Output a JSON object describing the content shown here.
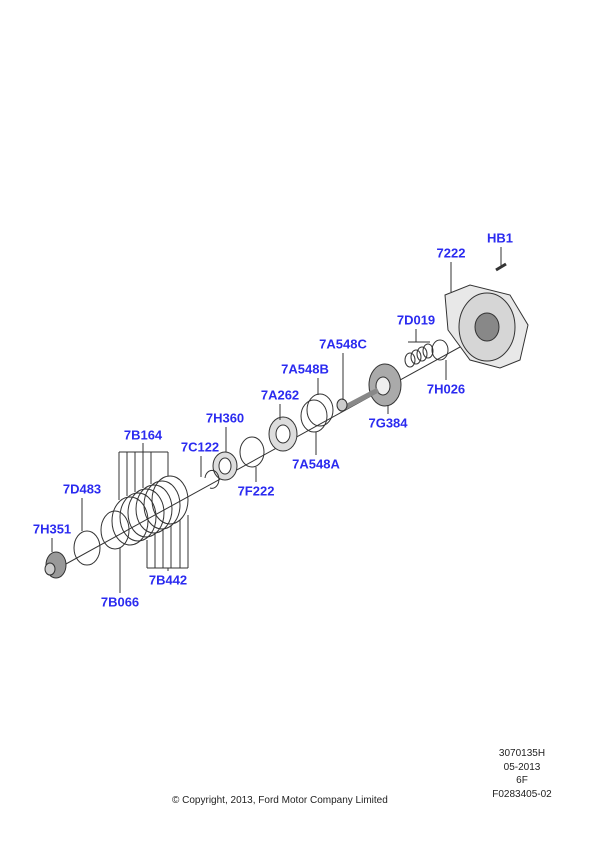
{
  "callouts": {
    "hb1": "HB1",
    "p7222": "7222",
    "p7d019": "7D019",
    "p7a548c": "7A548C",
    "p7a548b": "7A548B",
    "p7a262": "7A262",
    "p7h360": "7H360",
    "p7b164": "7B164",
    "p7c122": "7C122",
    "p7h026": "7H026",
    "p7g384": "7G384",
    "p7a548a": "7A548A",
    "p7f222": "7F222",
    "p7d483": "7D483",
    "p7h351": "7H351",
    "p7b442": "7B442",
    "p7b066": "7B066"
  },
  "drawing_info": {
    "code": "3070135H",
    "date": "05-2013",
    "model": "6F",
    "figure": "F0283405-02"
  },
  "copyright": "© Copyright, 2013, Ford Motor Company Limited",
  "colors": {
    "callout": "#2b2bf0",
    "line": "#333333"
  }
}
